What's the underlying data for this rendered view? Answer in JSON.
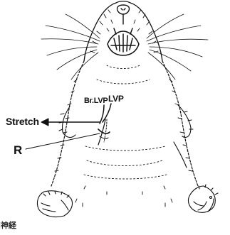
{
  "labels": {
    "stretch": "Stretch",
    "br_lvp": "Br.LVP",
    "lvp": "LVP",
    "r": "R"
  },
  "caption": {
    "line1": "]神経",
    "line2": ""
  },
  "colors": {
    "ink": "#111111",
    "background": "#ffffff"
  }
}
